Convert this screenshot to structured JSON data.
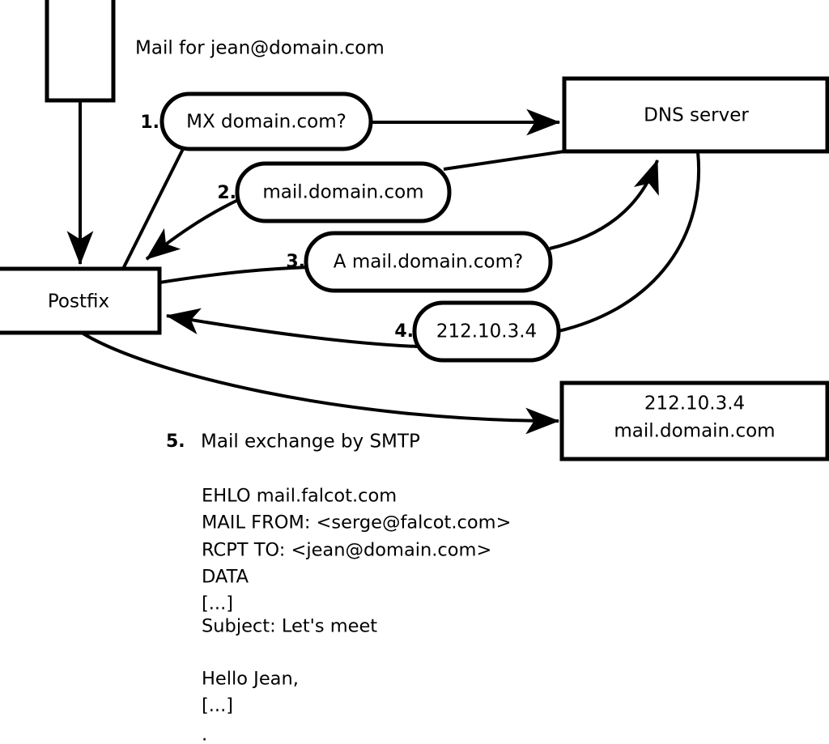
{
  "diagram": {
    "title_note": "Mail for jean@domain.com",
    "nodes": [
      {
        "id": "sender-host",
        "label": ""
      },
      {
        "id": "postfix",
        "label": "Postfix"
      },
      {
        "id": "dns-server",
        "label": "DNS server"
      },
      {
        "id": "remote-mx",
        "label_line1": "212.10.3.4",
        "label_line2": "mail.domain.com"
      }
    ],
    "steps": [
      {
        "num": "1.",
        "text": "MX domain.com?"
      },
      {
        "num": "2.",
        "text": "mail.domain.com"
      },
      {
        "num": "3.",
        "text": "A mail.domain.com?"
      },
      {
        "num": "4.",
        "text": "212.10.3.4"
      }
    ],
    "step5": {
      "num": "5.",
      "text": "Mail exchange by SMTP"
    },
    "transcript": [
      "EHLO mail.falcot.com",
      "MAIL FROM: <serge@falcot.com>",
      "RCPT TO: <jean@domain.com>",
      "DATA",
      "[...]",
      "Subject: Let's meet",
      "",
      "Hello Jean,",
      "[...]",
      "."
    ]
  },
  "colors": {
    "stroke": "#000000",
    "fill": "#ffffff",
    "background": "#ffffff"
  }
}
